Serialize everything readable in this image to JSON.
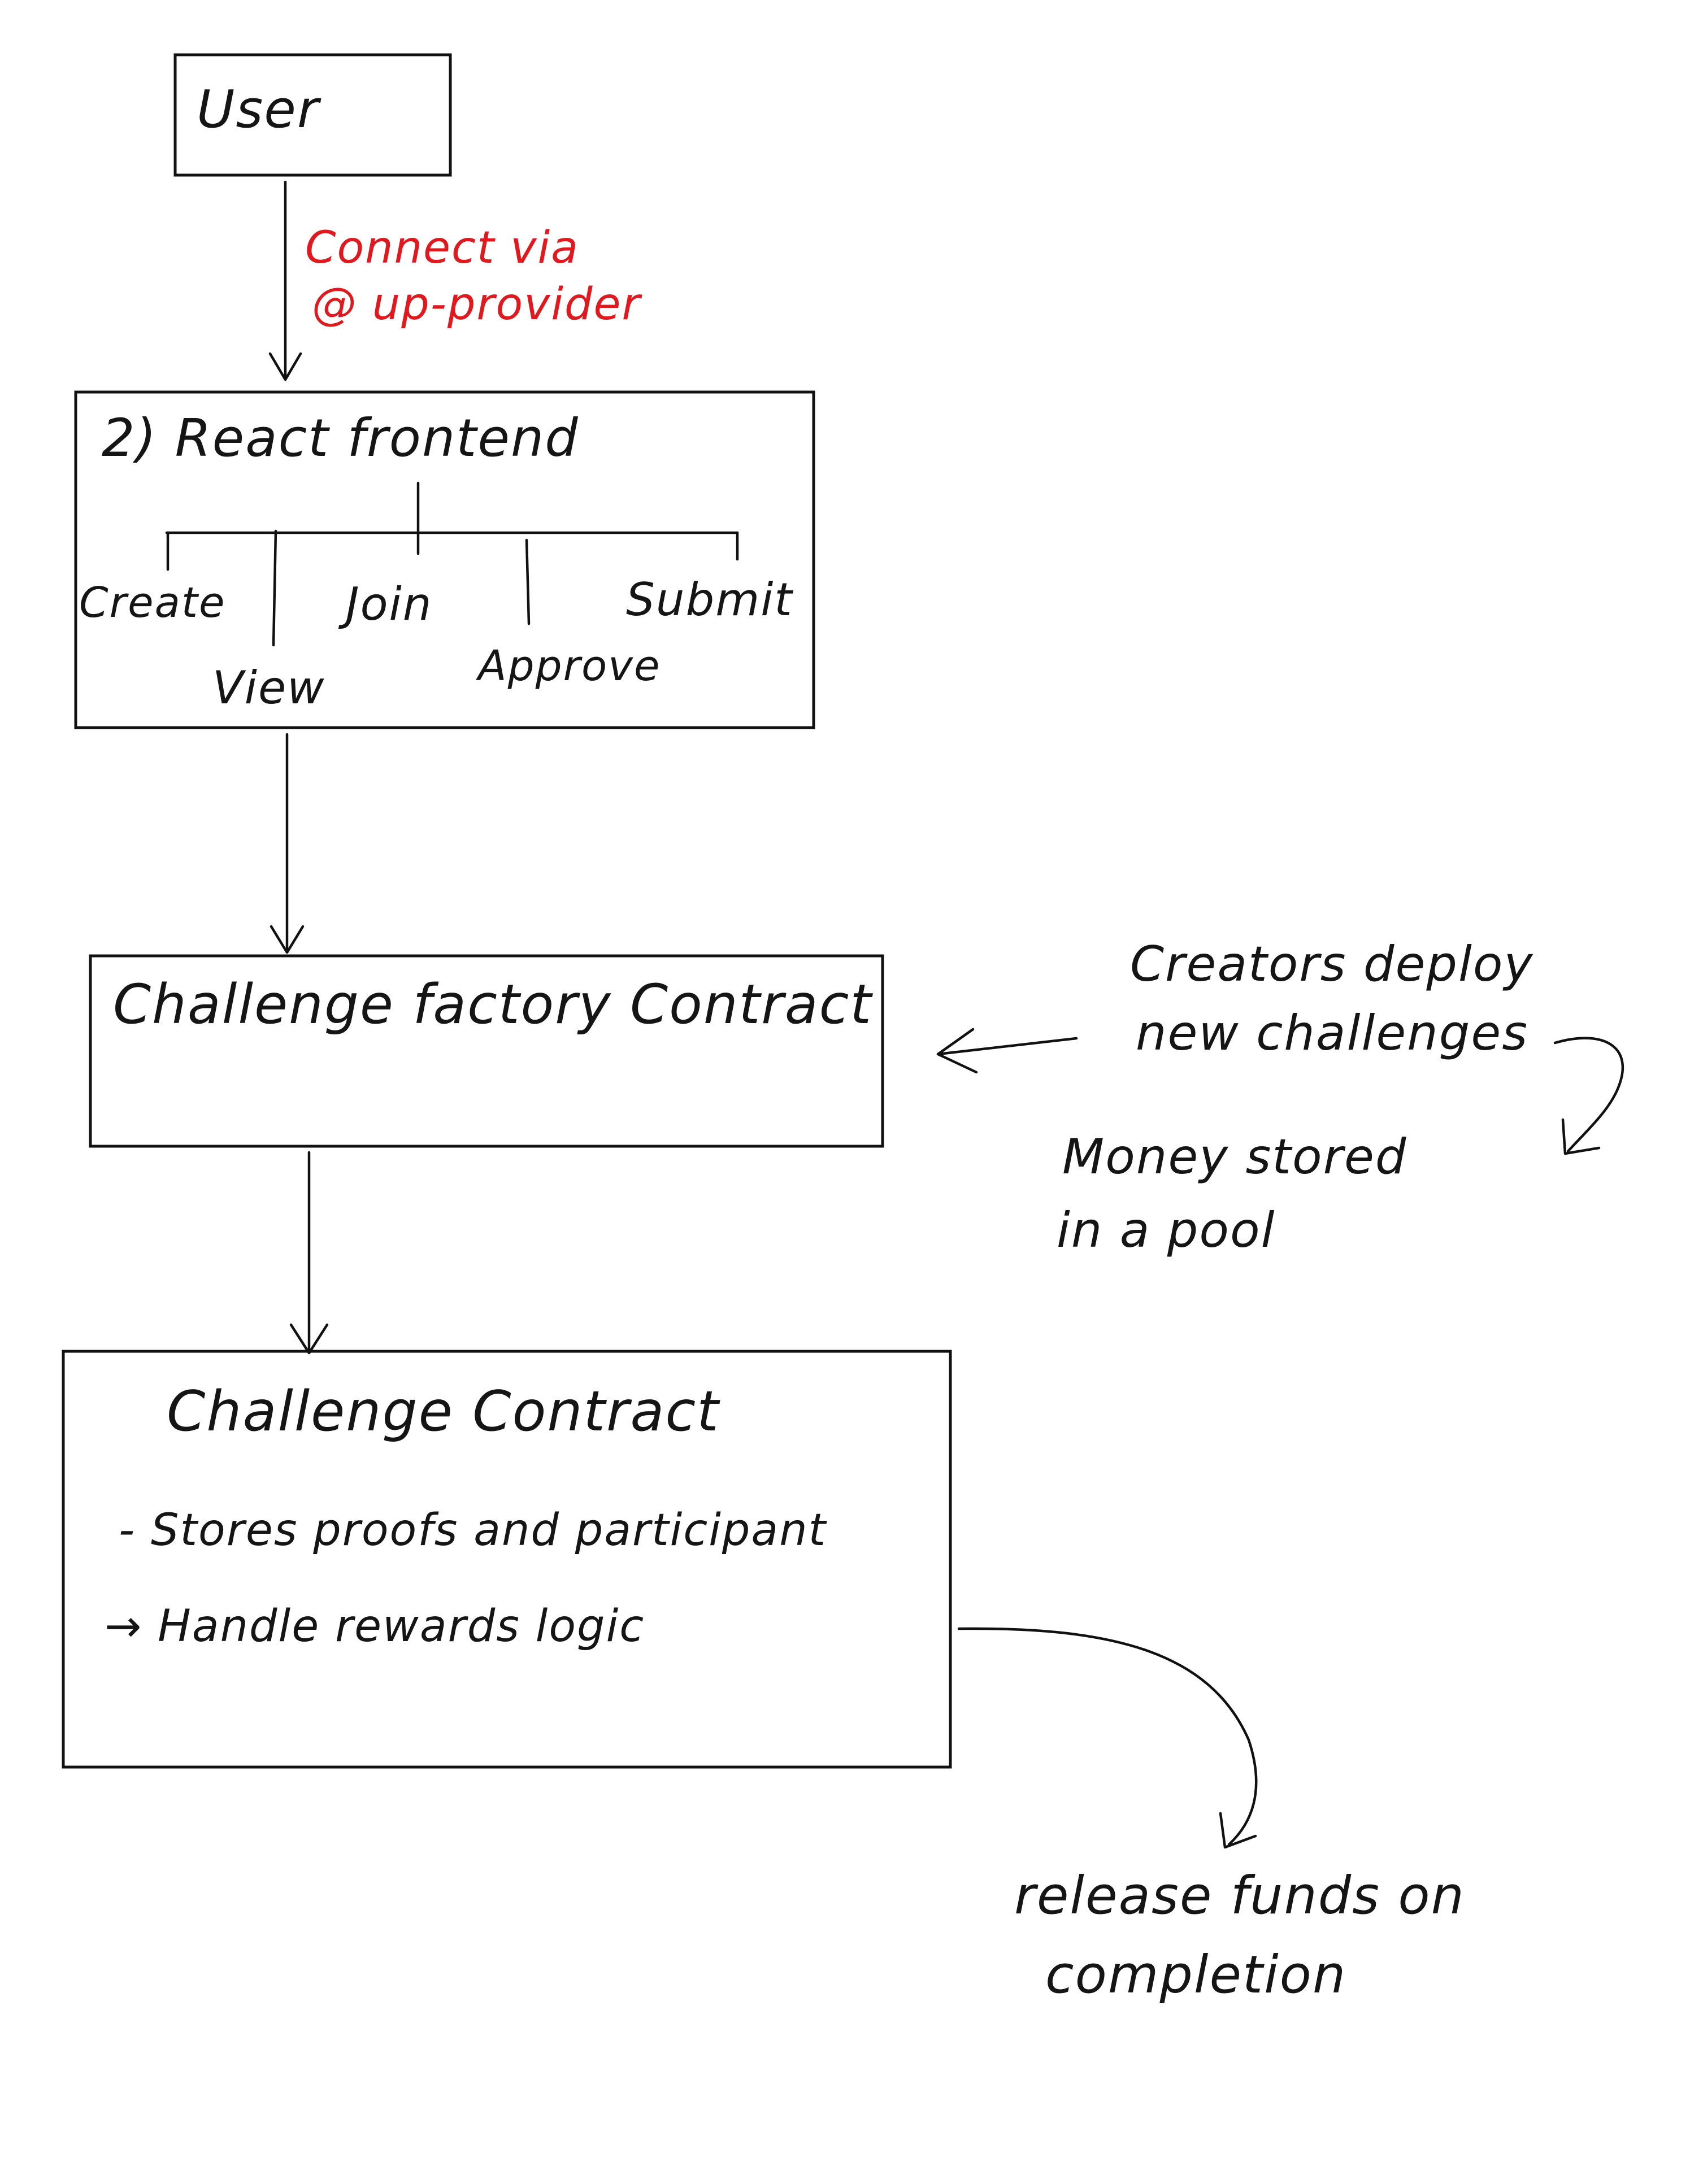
{
  "user_box": {
    "label": "User"
  },
  "connection": {
    "line1": "Connect via",
    "line2": "@ up-provider"
  },
  "frontend": {
    "title": "2) React  frontend",
    "actions": [
      "Create",
      "View",
      "Join",
      "Approve",
      "Submit"
    ]
  },
  "factory": {
    "title": "Challenge factory  Contract"
  },
  "factory_note": {
    "line1": "Creators deploy",
    "line2": "new challenges",
    "line3": "Money stored",
    "line4": "in a pool"
  },
  "challenge": {
    "title": "Challenge   Contract",
    "bullet1": "- Stores  proofs  and  participant",
    "bullet2": "→ Handle    rewards  logic"
  },
  "release_note": {
    "line1": "release  funds  on",
    "line2": "completion"
  },
  "colors": {
    "ink": "#111111",
    "accent": "#e0191e"
  }
}
